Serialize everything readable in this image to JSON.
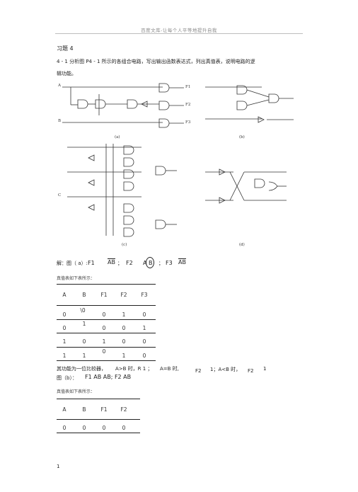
{
  "header": {
    "text": "百度文库-让每个人平等地提升自我"
  },
  "exercise": {
    "title": "习题 4",
    "prompt_line1": "4 - 1 分析图 P4 - 1 所示的各组合电路，写出输出函数表达式，列出真值表，说明电路的逻",
    "prompt_line2": "辑功能。"
  },
  "figure": {
    "captions": {
      "a": "(a)",
      "b": "(b)",
      "c": "(c)",
      "d": "(d)"
    },
    "inputs": {
      "A": "A",
      "B": "B",
      "C": "C"
    },
    "outputs": {
      "F1": "F1",
      "F2": "F2",
      "F3": "F3"
    }
  },
  "solution": {
    "lead": "解：图（ a）:",
    "f1": "F1",
    "f1_expr": "AB",
    "sep": "；",
    "f2": "F2",
    "f2_expr": "A B",
    "f3": "F3",
    "f3_expr": "AB",
    "table_intro": "真值表如下表所示：",
    "table_a": {
      "headers": [
        "A",
        "B",
        "F1",
        "F2",
        "F3"
      ],
      "rows": [
        [
          "0",
          "\\0",
          "0",
          "1",
          "0"
        ],
        [
          "0",
          "1",
          "0",
          "0",
          "1"
        ],
        [
          "1",
          "0",
          "1",
          "0",
          "0"
        ],
        [
          "1",
          "1",
          "0",
          "1",
          "0"
        ]
      ]
    },
    "function_text": "其功能为一位比较器，",
    "cond1": "A>B 时，R 1 ；",
    "cond2": "A=B 时,",
    "cond3": "F2",
    "cond3b": "1；A<B 时，",
    "cond4": "F2",
    "cond4b": "1",
    "fig_b_label": "图（b）：",
    "fig_b_expr": "F1 AB AB; F2 AB",
    "table_intro_b": "真值表如下表所示：",
    "table_b": {
      "headers": [
        "A",
        "B",
        "F1",
        "F2"
      ],
      "rows": [
        [
          "0",
          "0",
          "0",
          "0"
        ]
      ]
    }
  },
  "footer": {
    "page": "1"
  }
}
